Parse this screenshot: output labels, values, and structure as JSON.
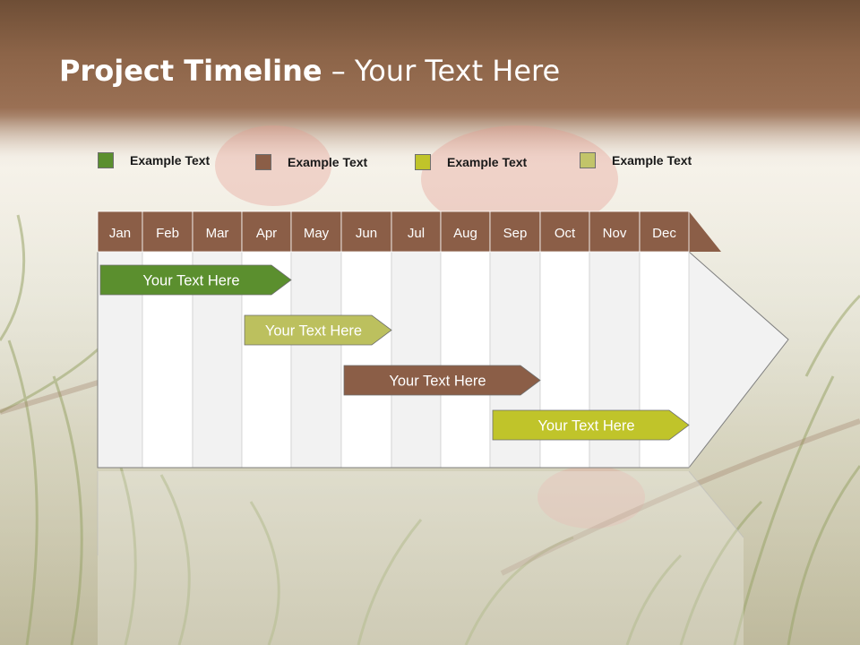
{
  "slide": {
    "title_bold": "Project Timeline",
    "title_rest": " – Your Text Here"
  },
  "legend": [
    {
      "label": "Example Text",
      "color": "#5b8f2e"
    },
    {
      "label": "Example Text",
      "color": "#8b5e47"
    },
    {
      "label": "Example Text",
      "color": "#c0c42a"
    },
    {
      "label": "Example Text",
      "color": "#c2c46a"
    }
  ],
  "months": [
    "Jan",
    "Feb",
    "Mar",
    "Apr",
    "May",
    "Jun",
    "Jul",
    "Aug",
    "Sep",
    "Oct",
    "Nov",
    "Dec"
  ],
  "tasks": [
    {
      "label": "Your  Text Here",
      "start": "Jan",
      "end": "Apr",
      "color": "#5b8f2e"
    },
    {
      "label": "Your  Text Here",
      "start": "Apr",
      "end": "Jun",
      "color": "#bcc05e"
    },
    {
      "label": "Your  Text Here",
      "start": "Jun",
      "end": "Sep",
      "color": "#8b5e47"
    },
    {
      "label": "Your  Text Here",
      "start": "Sep",
      "end": "Dec",
      "color": "#c0c42a"
    }
  ],
  "colors": {
    "header_band": "#8c6448",
    "month_header": "#8b5e47"
  }
}
